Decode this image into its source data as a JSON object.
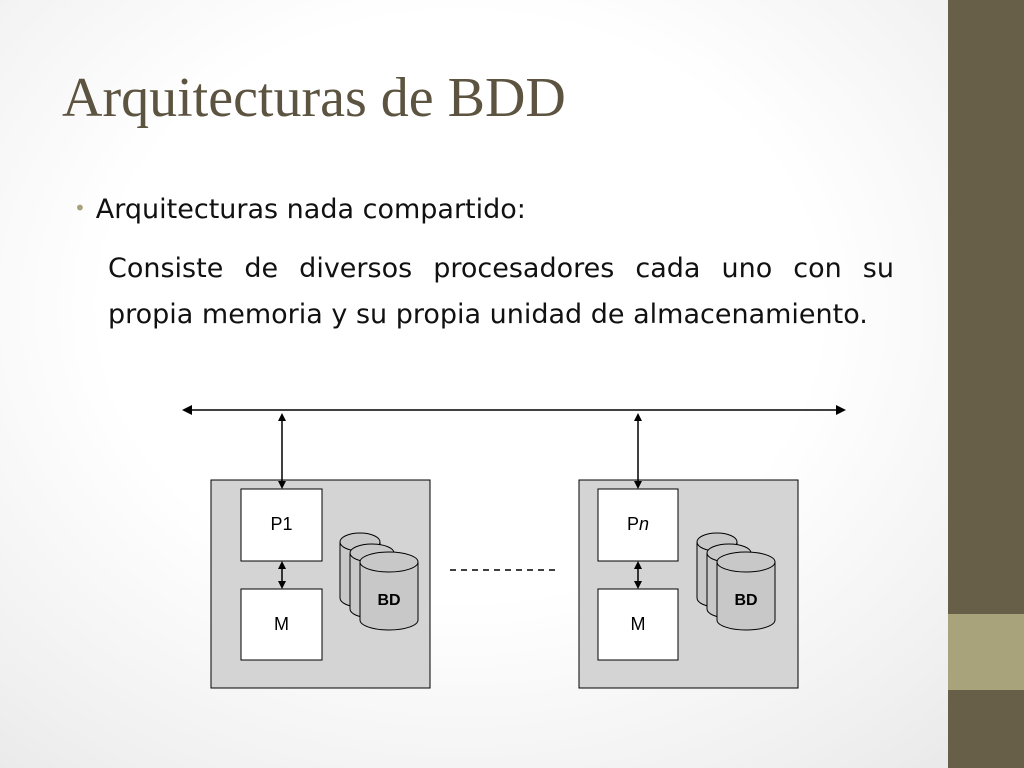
{
  "slide": {
    "title": "Arquitecturas de BDD",
    "bullet": "Arquitecturas nada compartido:",
    "body": "Consiste de diversos procesadores cada uno con su propia memoria y su propia unidad de almacenamiento."
  },
  "diagram": {
    "node_left": {
      "processor": "P1",
      "memory": "M",
      "storage": "BD"
    },
    "node_right": {
      "processor_prefix": "P",
      "processor_suffix": "n",
      "memory": "M",
      "storage": "BD"
    }
  },
  "colors": {
    "title": "#5c5440",
    "side_band_dark": "#675f48",
    "side_band_light": "#a9a37c",
    "node_fill": "#d4d4d4",
    "disk_fill": "#c8c8c8"
  }
}
